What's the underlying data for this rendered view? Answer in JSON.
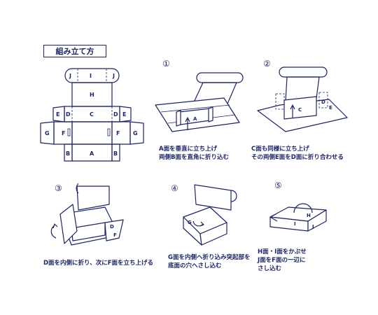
{
  "title": "組み立て方",
  "steps": [
    {
      "num": "①",
      "caption_lines": [
        "A面を垂直に立ち上げ",
        "両側B面を直角に折り込む"
      ]
    },
    {
      "num": "②",
      "caption_lines": [
        "C面も同様に立ち上げ",
        "その両側E面をD面に折り合わせる"
      ]
    },
    {
      "num": "③",
      "caption_lines": [
        "D面を内側に折り、次にF面を立ち上げる"
      ]
    },
    {
      "num": "④",
      "caption_lines": [
        "G面を内側へ折り込み突起部を",
        "底面の穴へさし込む"
      ]
    },
    {
      "num": "⑤",
      "caption_lines": [
        "H面・I面をかぶせ",
        "J面をF面の一辺に",
        "さし込む"
      ]
    }
  ],
  "panel_labels": {
    "A": "A",
    "B": "B",
    "C": "C",
    "D": "D",
    "E": "E",
    "F": "F",
    "G": "G",
    "H": "H",
    "I": "I",
    "J": "J"
  },
  "colors": {
    "ink": "#1a2466",
    "background": "#ffffff"
  }
}
